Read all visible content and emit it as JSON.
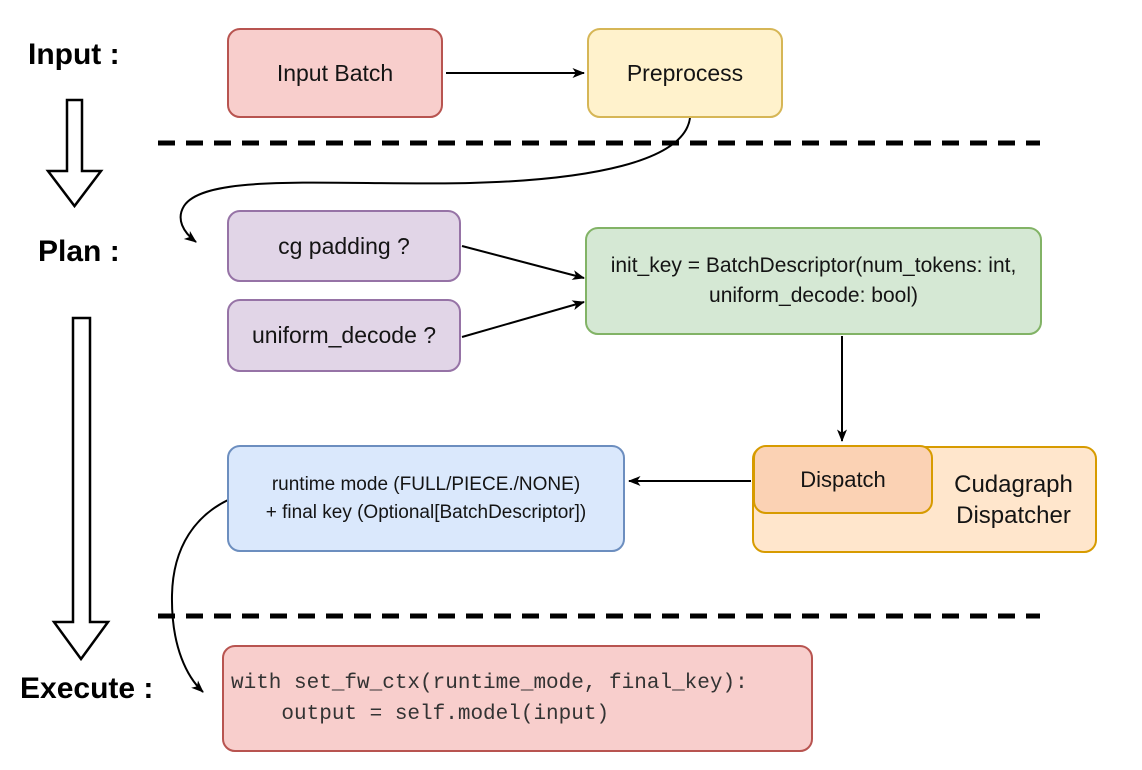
{
  "sections": {
    "input": {
      "label": "Input :"
    },
    "plan": {
      "label": "Plan :"
    },
    "execute": {
      "label": "Execute :"
    }
  },
  "nodes": {
    "input_batch": {
      "label": "Input Batch"
    },
    "preprocess": {
      "label": "Preprocess"
    },
    "cg_padding": {
      "label": "cg padding ?"
    },
    "uniform_decode": {
      "label": "uniform_decode ?"
    },
    "init_key": {
      "lines": [
        "init_key = BatchDescriptor(num_tokens: int,",
        "uniform_decode: bool)"
      ]
    },
    "runtime_mode": {
      "lines": [
        "runtime mode (FULL/PIECE./NONE)",
        "+ final key (Optional[BatchDescriptor])"
      ]
    },
    "dispatch": {
      "label": "Dispatch"
    },
    "cudagraph_dispatcher": {
      "lines": [
        "Cudagraph",
        "Dispatcher"
      ]
    },
    "execute_code": {
      "lines": [
        "with set_fw_ctx(runtime_mode, final_key):",
        "    output = self.model(input)"
      ]
    }
  },
  "colors": {
    "red_fill": "#f8cecc",
    "red_stroke": "#b85450",
    "yellow_fill": "#fff2cc",
    "yellow_stroke": "#d6b656",
    "purple_fill": "#e1d5e7",
    "purple_stroke": "#9673a6",
    "green_fill": "#d5e8d4",
    "green_stroke": "#82b366",
    "blue_fill": "#dae8fc",
    "blue_stroke": "#6c8ebf",
    "orange_fill": "#ffe6cc",
    "orange_deep_fill": "#fbd2b4",
    "orange_stroke": "#d79b00",
    "connector": "#000000"
  },
  "edges": [
    {
      "from": "input_batch",
      "to": "preprocess",
      "style": "arrow"
    },
    {
      "from": "preprocess",
      "to": "cg_padding",
      "style": "curved-arrow"
    },
    {
      "from": "cg_padding",
      "to": "init_key",
      "style": "arrow"
    },
    {
      "from": "uniform_decode",
      "to": "init_key",
      "style": "arrow"
    },
    {
      "from": "init_key",
      "to": "dispatch",
      "style": "arrow"
    },
    {
      "from": "dispatch",
      "to": "runtime_mode",
      "style": "arrow"
    },
    {
      "from": "runtime_mode",
      "to": "execute_code",
      "style": "curved-arrow"
    },
    {
      "from": "input",
      "to": "plan",
      "style": "block-arrow"
    },
    {
      "from": "plan",
      "to": "execute",
      "style": "block-arrow"
    }
  ]
}
